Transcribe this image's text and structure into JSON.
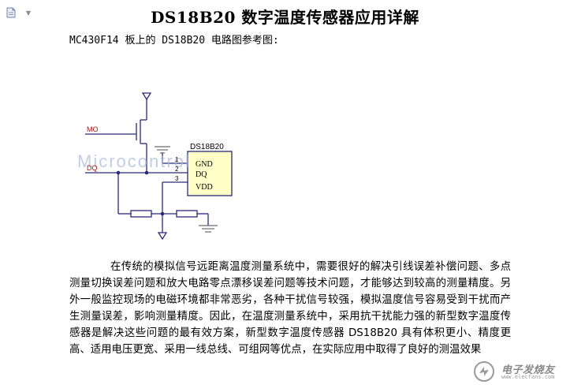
{
  "document": {
    "title": "DS18B20 数字温度传感器应用详解",
    "subtitle": "MC430F14 板上的 DS18B20 电路图参考图:",
    "icons": {
      "file": "document-icon",
      "menu": "chevron-down-icon"
    }
  },
  "circuit": {
    "signals": {
      "mo": "MO",
      "dq": "DQ"
    },
    "chip": {
      "name": "DS18B20",
      "pin_numbers": [
        "1",
        "2",
        "3"
      ],
      "pin_names": [
        "GND",
        "DQ",
        "VDD"
      ]
    },
    "watermark": "Microcontrol"
  },
  "body": {
    "paragraph": "在传统的模拟信号远距离温度测量系统中，需要很好的解决引线误差补偿问题、多点测量切换误差问题和放大电路零点漂移误差问题等技术问题，才能够达到较高的测量精度。另外一般监控现场的电磁环境都非常恶劣，各种干扰信号较强，模拟温度信号容易受到干扰而产生测量误差，影响测量精度。因此，在温度测量系统中，采用抗干扰能力强的新型数字温度传感器是解决这些问题的最有效方案，新型数字温度传感器 DS18B20 具有体积更小、精度更高、适用电压更宽、采用一线总线、可组网等优点，在实际应用中取得了良好的测温效果"
  },
  "site_watermark": {
    "name": "电子发烧友",
    "url": "www.elecfans.com"
  }
}
